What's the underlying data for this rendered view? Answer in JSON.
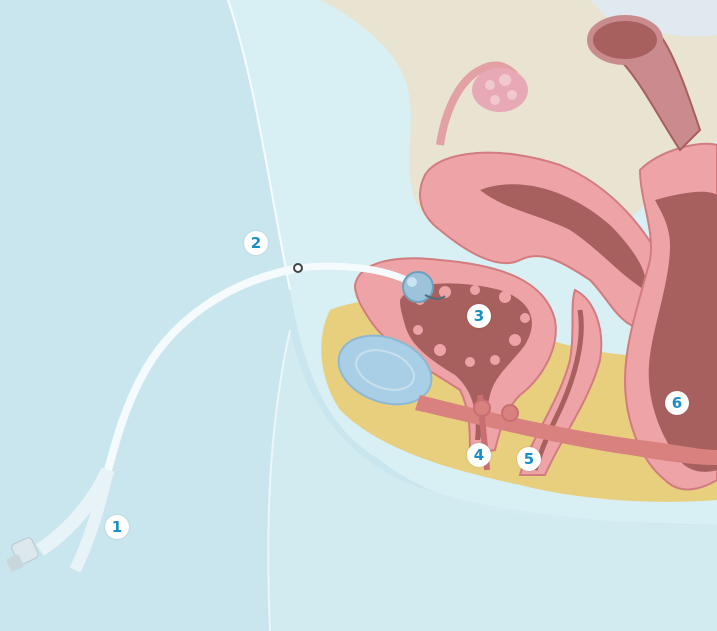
{
  "markers": [
    {
      "label": "1"
    },
    {
      "label": "2"
    },
    {
      "label": "3"
    },
    {
      "label": "4"
    },
    {
      "label": "5"
    },
    {
      "label": "6"
    }
  ],
  "colors": {
    "background": "#c9e6ee",
    "marker_text": "#1a8fc6",
    "marker_fill": "#ffffff",
    "tissue": "#eea3a6",
    "organ_interior": "#a8605e",
    "fat": "#e8cf7e",
    "bone": "#e9e4d2",
    "catheter": "#f5fbfd"
  }
}
